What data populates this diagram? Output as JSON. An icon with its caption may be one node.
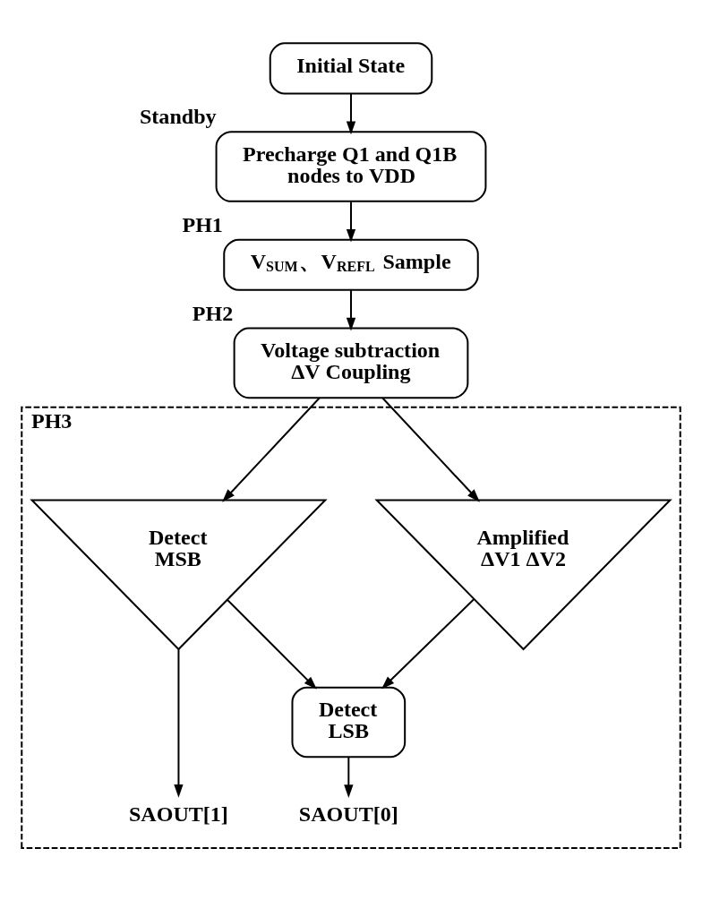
{
  "diagram": {
    "nodes": [
      {
        "text": [
          "Initial State"
        ]
      },
      {
        "text": [
          "Precharge Q1 and Q1B nodes to VDD"
        ],
        "beside": [
          "Standby"
        ]
      },
      {
        "text": [
          "V$_{SUM}$、V$_{REFL}$ Sample"
        ],
        "beside": [
          "PH1"
        ]
      },
      {
        "text": [
          "Voltage subtraction ΔV Coupling"
        ],
        "beside": [
          "PH2"
        ]
      },
      {
        "text": [
          "PH3"
        ]
      },
      {
        "text": [
          "Detect MSB"
        ],
        "in": 4
      },
      {
        "text": [
          "Amplified ΔV1 ΔV2"
        ],
        "in": 4
      },
      {
        "text": [
          "Detect LSB"
        ],
        "in": 4
      },
      {
        "text": [
          "SAOUT[1]"
        ],
        "in": 4
      },
      {
        "text": [
          "SAOUT[0]"
        ],
        "in": 4
      }
    ],
    "edges": [
      {
        "from": 0,
        "to": 1,
        "arrow": "to"
      },
      {
        "from": 1,
        "to": 2,
        "arrow": "to"
      },
      {
        "from": 2,
        "to": 3,
        "arrow": "to"
      },
      {
        "from": 3,
        "to": 5,
        "arrow": "to"
      },
      {
        "from": 3,
        "to": 6,
        "arrow": "to"
      },
      {
        "from": 6,
        "to": 7,
        "arrow": "to"
      },
      {
        "from": 5,
        "to": 7,
        "arrow": "to"
      },
      {
        "from": 5,
        "to": 8,
        "arrow": "to"
      },
      {
        "from": 7,
        "to": 9,
        "arrow": "to"
      }
    ]
  }
}
